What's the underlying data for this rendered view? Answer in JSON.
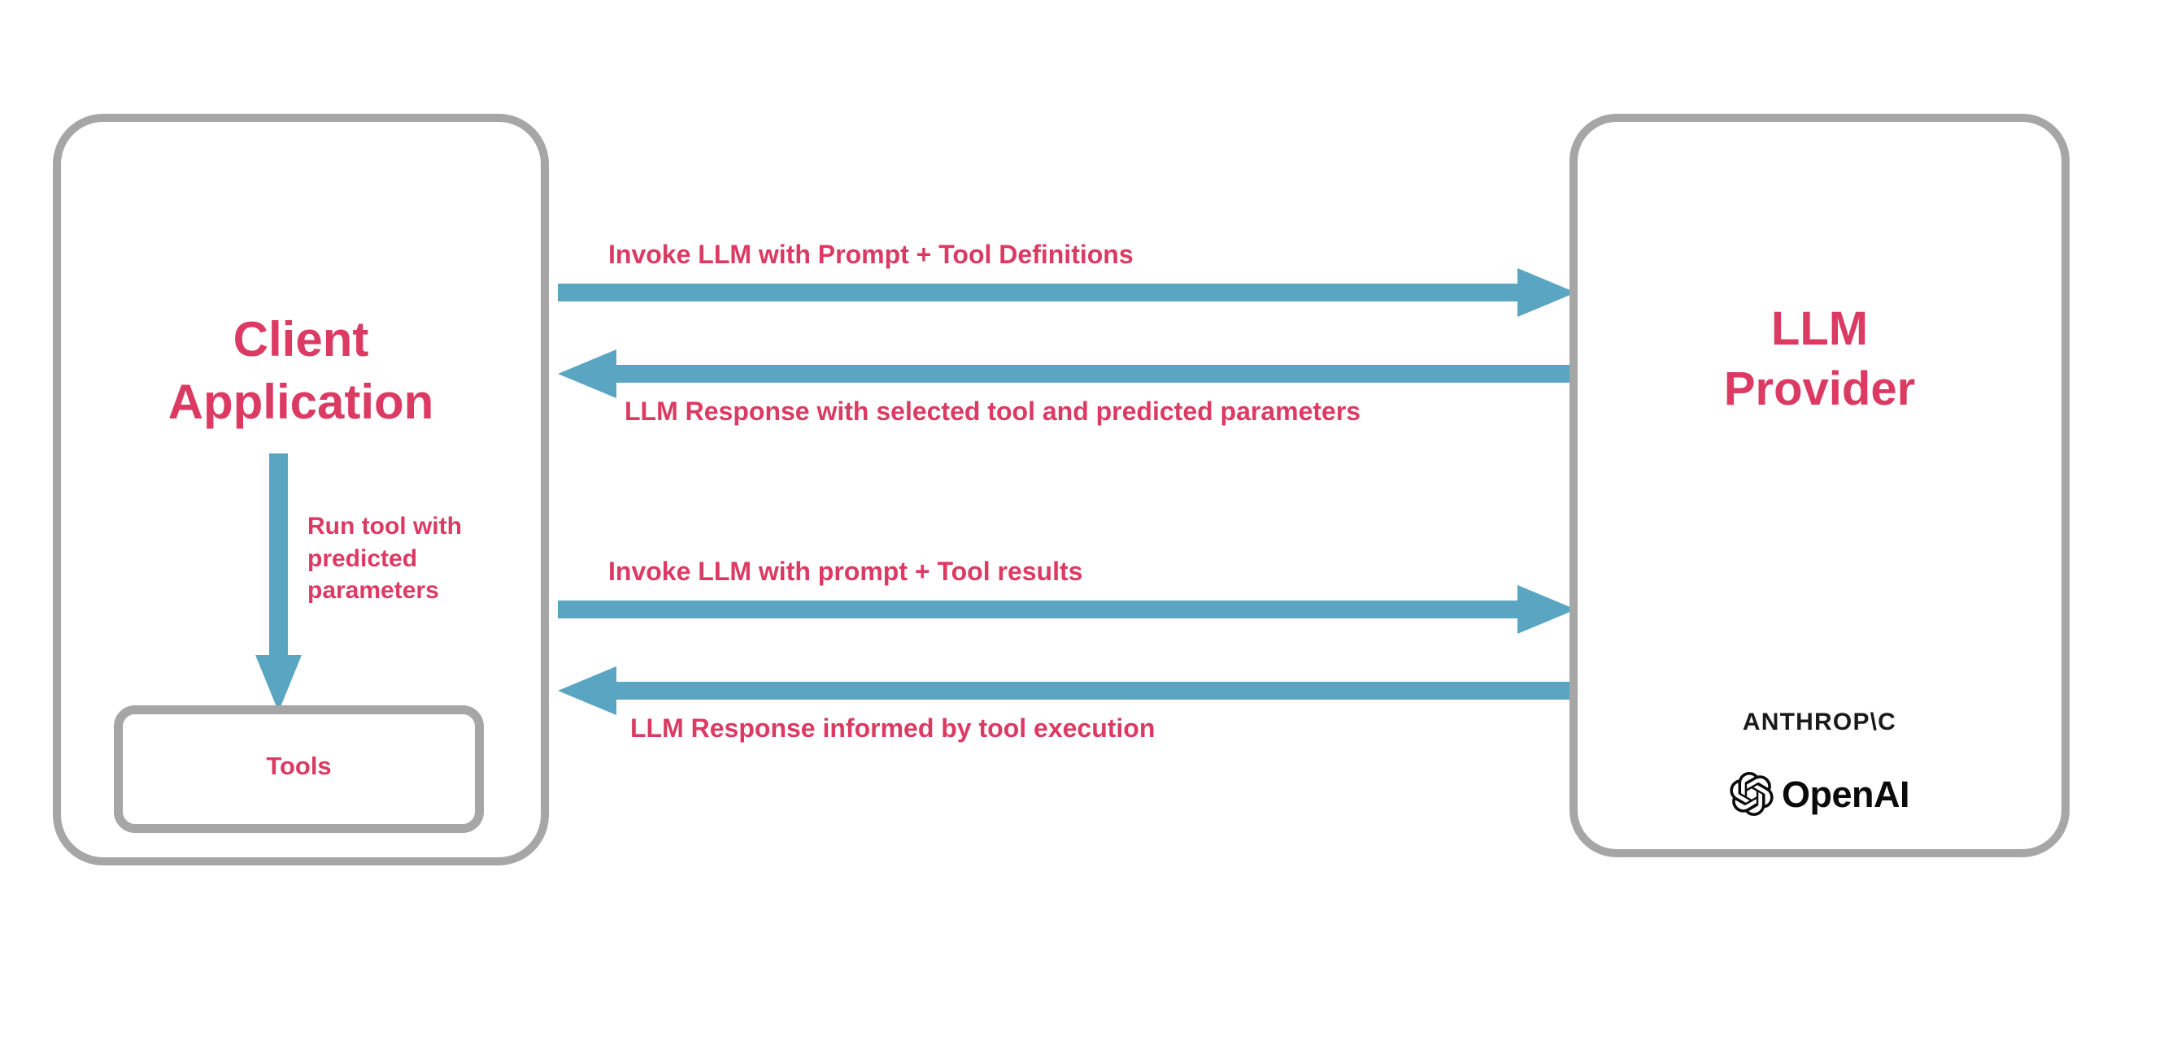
{
  "diagram": {
    "title": "LLM tool-calling sequence between a client application and an LLM provider",
    "colors": {
      "accent_text": "#dc3a63",
      "arrow": "#5aa6c2",
      "box_border": "#a6a6a6",
      "background": "#ffffff",
      "logo_text": "#1a1a1a"
    },
    "nodes": {
      "client": {
        "label": "Client\nApplication",
        "line_1": "Client",
        "line_2": "Application"
      },
      "tools": {
        "label": "Tools"
      },
      "provider": {
        "label": "LLM\nProvider",
        "line_1": "LLM",
        "line_2": "Provider",
        "logos": [
          {
            "name": "anthropic-logo",
            "text": "ANTHROP\\C"
          },
          {
            "name": "openai-logo",
            "text": "OpenAI"
          }
        ]
      }
    },
    "internal_flow": {
      "label": "Run tool with predicted parameters",
      "direction": "down",
      "from": "client",
      "to": "tools"
    },
    "messages": [
      {
        "id": "invoke-1",
        "label": "Invoke LLM with Prompt + Tool Definitions",
        "direction": "right",
        "from": "client",
        "to": "provider"
      },
      {
        "id": "response-1",
        "label": "LLM Response with selected tool and predicted parameters",
        "direction": "left",
        "from": "provider",
        "to": "client"
      },
      {
        "id": "invoke-2",
        "label": "Invoke LLM with prompt + Tool results",
        "direction": "right",
        "from": "client",
        "to": "provider"
      },
      {
        "id": "response-2",
        "label": "LLM Response informed by tool execution",
        "direction": "left",
        "from": "provider",
        "to": "client"
      }
    ]
  }
}
